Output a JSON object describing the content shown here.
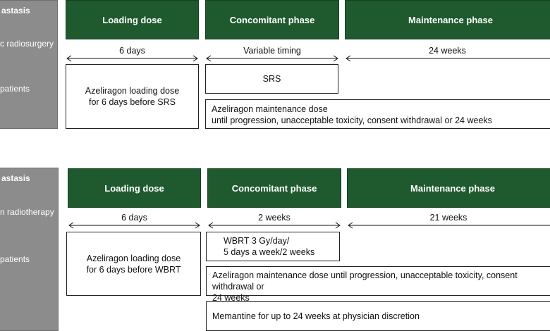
{
  "panel1": {
    "side_title": "astasis",
    "side_subtitle": "c radiosurgery",
    "side_patients": "patients",
    "phases": [
      "Loading dose",
      "Concomitant phase",
      "Maintenance phase"
    ],
    "durations": [
      "6 days",
      "Variable timing",
      "24 weeks"
    ],
    "loading_box": "Azeliragon loading dose\nfor 6 days before SRS",
    "treatment_box": "SRS",
    "maintenance_box": "Azeliragon maintenance dose\nuntil progression, unacceptable toxicity, consent withdrawal or 24 weeks"
  },
  "panel2": {
    "side_title": "astasis",
    "side_subtitle": "n radiotherapy",
    "side_patients": "patients",
    "phases": [
      "Loading dose",
      "Concomitant phase",
      "Maintenance phase"
    ],
    "durations": [
      "6 days",
      "2 weeks",
      "21 weeks"
    ],
    "loading_box": "Azeliragon loading dose\nfor 6 days before WBRT",
    "treatment_box": "WBRT 3 Gy/day/\n5 days a week/2 weeks",
    "maintenance_box": "Azeliragon maintenance dose until progression, unacceptable toxicity, consent withdrawal or\n24 weeks",
    "memantine_box": "Memantine for up to 24 weeks at physician discretion"
  }
}
